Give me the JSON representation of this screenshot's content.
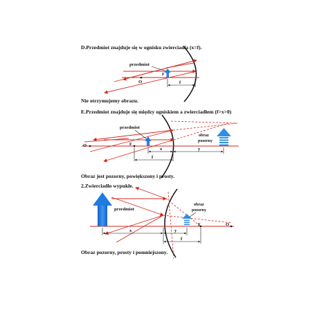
{
  "headings": {
    "case_d": "D.Przedmiot znajduje się w ognisku zwierciadła (x=f).",
    "case_d_result": "Nie otrzymujemy obrazu.",
    "case_e": "E.Przedmiot znajduje się między ogniskiem a zwierciadłem (f>x>0)",
    "case_e_result": "Obraz jest pozorny, powiększony i prosty.",
    "convex": "2.Zwierciadło wypukłe.",
    "convex_result": "Obraz pozorny, prosty i pomniejszony."
  },
  "labels": {
    "object": "przedmiot",
    "image_line1": "obraz",
    "image_line2": "pozorny",
    "focus": "F",
    "center": "O",
    "f": "f",
    "x": "x",
    "y": "y"
  },
  "colors": {
    "ray": "#d42a1f",
    "object_arrow": "#1f7be0",
    "image_arrow": "#2f8fe6",
    "mirror": "#111111",
    "text": "#111111"
  }
}
